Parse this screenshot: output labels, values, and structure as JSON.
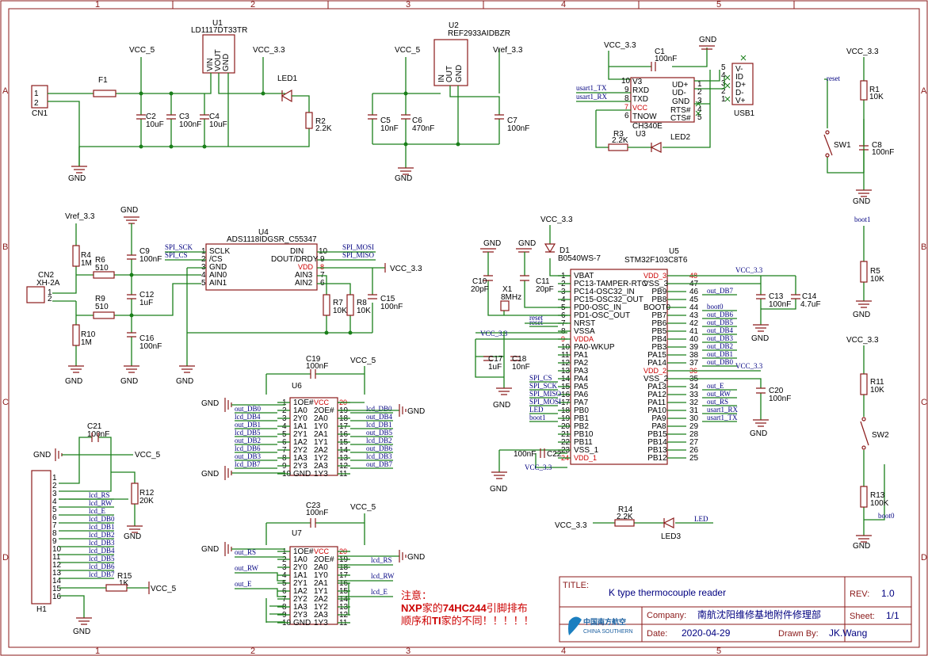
{
  "frame": {
    "cols": [
      "1",
      "2",
      "3",
      "4",
      "5"
    ],
    "rows": [
      "A",
      "B",
      "C",
      "D"
    ]
  },
  "title_block": {
    "title_label": "TITLE:",
    "title_value": "K type thermocouple reader",
    "rev_label": "REV:",
    "rev_value": "1.0",
    "company_label": "Company:",
    "company_value": "南航沈阳维修基地附件修理部",
    "sheet_label": "Sheet:",
    "sheet_value": "1/1",
    "date_label": "Date:",
    "date_value": "2020-04-29",
    "drawn_label": "Drawn By:",
    "drawn_value": "JK.Wang",
    "logo_cn": "中国南方航空",
    "logo_en": "CHINA SOUTHERN"
  },
  "note": {
    "line1": "注意：",
    "line2_a": "NXP",
    "line2_b": "家的",
    "line2_c": "74HC244",
    "line2_d": "引脚排布",
    "line3_a": "顺序和",
    "line3_b": "TI",
    "line3_c": "家的不同！！！！！"
  },
  "power": {
    "vcc5": "VCC_5",
    "vcc33": "VCC_3.3",
    "vref33": "Vref_3.3",
    "vref": "Vref_3.3",
    "gnd": "GND"
  },
  "parts": {
    "u1_ref": "U1",
    "u1_val": "LD1117DT33TR",
    "u1_pins": [
      "VIN",
      "VOUT",
      "GND"
    ],
    "u2_ref": "U2",
    "u2_val": "REF2933AIDBZR",
    "u2_pins": [
      "IN",
      "OUT",
      "GND"
    ],
    "u3_ref": "U3",
    "u3_val": "CH340E",
    "u4_ref": "U4",
    "u4_val": "ADS1118IDGSR_C55347",
    "u5_ref": "U5",
    "u5_val": "STM32F103C8T6",
    "u6_ref": "U6",
    "u7_ref": "U7",
    "cn1": "CN1",
    "cn2": "CN2",
    "cn2_val": "XH-2A",
    "f1": "F1",
    "led1": "LED1",
    "led2": "LED2",
    "led3": "LED3",
    "d1": "D1",
    "d1_val": "B0540WS-7",
    "x1": "X1",
    "x1_val": "8MHz",
    "usb1": "USB1",
    "h1": "H1",
    "sw1": "SW1",
    "sw2": "SW2"
  },
  "passives": {
    "r1": [
      "R1",
      "10K"
    ],
    "r2": [
      "R2",
      "2.2K"
    ],
    "r3": [
      "R3",
      "2.2K"
    ],
    "r4": [
      "R4",
      "1M"
    ],
    "r5": [
      "R5",
      "10K"
    ],
    "r6": [
      "R6",
      "510"
    ],
    "r7": [
      "R7",
      "10K"
    ],
    "r8": [
      "R8",
      "10K"
    ],
    "r9": [
      "R9",
      "510"
    ],
    "r10": [
      "R10",
      "1M"
    ],
    "r11": [
      "R11",
      "10K"
    ],
    "r12": [
      "R12",
      "20K"
    ],
    "r13": [
      "R13",
      "100K"
    ],
    "r14": [
      "R14",
      "2.2K"
    ],
    "r15": [
      "R15",
      "1K"
    ],
    "c1": [
      "C1",
      "100nF"
    ],
    "c2": [
      "C2",
      "10uF"
    ],
    "c3": [
      "C3",
      "100nF"
    ],
    "c4": [
      "C4",
      "10uF"
    ],
    "c5": [
      "C5",
      "10nF"
    ],
    "c6": [
      "C6",
      "470nF"
    ],
    "c7": [
      "C7",
      "100nF"
    ],
    "c8": [
      "C8",
      "100nF"
    ],
    "c9": [
      "C9",
      "100nF"
    ],
    "c10": [
      "C10",
      "20pF"
    ],
    "c11": [
      "C11",
      "20pF"
    ],
    "c12": [
      "C12",
      "1uF"
    ],
    "c13": [
      "C13",
      "100nF"
    ],
    "c14": [
      "C14",
      "4.7uF"
    ],
    "c15": [
      "C15",
      "100nF"
    ],
    "c16": [
      "C16",
      "100nF"
    ],
    "c17": [
      "C17",
      "1uF"
    ],
    "c18": [
      "C18",
      "10nF"
    ],
    "c19": [
      "C19",
      "100nF"
    ],
    "c20": [
      "C20",
      "100nF"
    ],
    "c21": [
      "C21",
      "100nF"
    ],
    "c22": [
      "C22",
      "100nF"
    ],
    "c23": [
      "C23",
      "100nF"
    ]
  },
  "ch340": {
    "left": [
      [
        "10",
        "V3"
      ],
      [
        "9",
        "RXD"
      ],
      [
        "8",
        "TXD"
      ],
      [
        "7",
        "VCC"
      ],
      [
        "6",
        "TNOW"
      ]
    ],
    "right": [
      [
        "UD+",
        "1"
      ],
      [
        "UD-",
        "2"
      ],
      [
        "GND",
        "3"
      ],
      [
        "RTS#",
        "4"
      ],
      [
        "CTS#",
        "5"
      ]
    ],
    "nets": [
      "usart1_TX",
      "usart1_RX"
    ]
  },
  "usb": {
    "pins": [
      [
        "5",
        "V-"
      ],
      [
        "4",
        "ID"
      ],
      [
        "3",
        "D+"
      ],
      [
        "2",
        "D-"
      ],
      [
        "1",
        "V+"
      ]
    ]
  },
  "ads1118": {
    "left": [
      [
        "1",
        "SCLK"
      ],
      [
        "2",
        "/CS"
      ],
      [
        "3",
        "GND"
      ],
      [
        "4",
        "AIN0"
      ],
      [
        "5",
        "AIN1"
      ]
    ],
    "right": [
      [
        "DIN",
        "10"
      ],
      [
        "DOUT/DRDY",
        "9"
      ],
      [
        "VDD",
        "8"
      ],
      [
        "AIN3",
        "7"
      ],
      [
        "AIN2",
        "6"
      ]
    ],
    "nets": [
      "SPI_SCK",
      "SPI_CS",
      "SPI_MOSI",
      "SPI_MISO"
    ]
  },
  "stm32": {
    "left": [
      [
        "1",
        "VBAT"
      ],
      [
        "2",
        "PC13-TAMPER-RTC"
      ],
      [
        "3",
        "PC14-OSC32_IN"
      ],
      [
        "4",
        "PC15-OSC32_OUT"
      ],
      [
        "5",
        "PD0-OSC_IN"
      ],
      [
        "6",
        "PD1-OSC_OUT"
      ],
      [
        "7",
        "NRST"
      ],
      [
        "8",
        "VSSA"
      ],
      [
        "9",
        "VDDA"
      ],
      [
        "10",
        "PA0-WKUP"
      ],
      [
        "11",
        "PA1"
      ],
      [
        "12",
        "PA2"
      ],
      [
        "13",
        "PA3"
      ],
      [
        "14",
        "PA4"
      ],
      [
        "15",
        "PA5"
      ],
      [
        "16",
        "PA6"
      ],
      [
        "17",
        "PA7"
      ],
      [
        "18",
        "PB0"
      ],
      [
        "19",
        "PB1"
      ],
      [
        "20",
        "PB2"
      ],
      [
        "21",
        "PB10"
      ],
      [
        "22",
        "PB11"
      ],
      [
        "23",
        "VSS_1"
      ],
      [
        "24",
        "VDD_1"
      ]
    ],
    "right": [
      [
        "VDD_3",
        "48"
      ],
      [
        "VSS_3",
        "47"
      ],
      [
        "PB9",
        "46"
      ],
      [
        "PB8",
        "45"
      ],
      [
        "BOOT0",
        "44"
      ],
      [
        "PB7",
        "43"
      ],
      [
        "PB6",
        "42"
      ],
      [
        "PB5",
        "41"
      ],
      [
        "PB4",
        "40"
      ],
      [
        "PB3",
        "39"
      ],
      [
        "PA15",
        "38"
      ],
      [
        "PA14",
        "37"
      ],
      [
        "VDD_2",
        "36"
      ],
      [
        "VSS_2",
        "35"
      ],
      [
        "PA13",
        "34"
      ],
      [
        "PA12",
        "33"
      ],
      [
        "PA11",
        "32"
      ],
      [
        "PA10",
        "31"
      ],
      [
        "PA9",
        "30"
      ],
      [
        "PA8",
        "29"
      ],
      [
        "PB15",
        "28"
      ],
      [
        "PB14",
        "27"
      ],
      [
        "PB13",
        "26"
      ],
      [
        "PB12",
        "25"
      ]
    ],
    "left_nets": {
      "7": "reset",
      "15": "SPI_SCK",
      "16": "SPI_MISO",
      "17": "SPI_MOSI",
      "14": "SPI_CS",
      "18": "LED",
      "19": "boot1"
    },
    "right_nets": {
      "46": "out_DB7",
      "44": "boot0",
      "43": "out_DB6",
      "42": "out_DB5",
      "41": "out_DB4",
      "40": "out_DB3",
      "39": "out_DB2",
      "38": "out_DB1",
      "37": "out_DB0",
      "34": "out_E",
      "33": "out_RW",
      "32": "out_RS",
      "31": "usart1_RX",
      "30": "usart1_TX"
    }
  },
  "hc244_u6": {
    "left": [
      [
        "1",
        "1OE#"
      ],
      [
        "2",
        "1A0"
      ],
      [
        "3",
        "2Y0"
      ],
      [
        "4",
        "1A1"
      ],
      [
        "5",
        "2Y1"
      ],
      [
        "6",
        "1A2"
      ],
      [
        "7",
        "2Y2"
      ],
      [
        "8",
        "1A3"
      ],
      [
        "9",
        "2Y3"
      ],
      [
        "10",
        "GND"
      ]
    ],
    "right": [
      [
        "VCC",
        "20"
      ],
      [
        "2OE#",
        "19"
      ],
      [
        "2A0",
        "18"
      ],
      [
        "1Y0",
        "17"
      ],
      [
        "2A1",
        "16"
      ],
      [
        "1Y1",
        "15"
      ],
      [
        "2A2",
        "14"
      ],
      [
        "1Y2",
        "13"
      ],
      [
        "2A3",
        "12"
      ],
      [
        "1Y3",
        "11"
      ]
    ],
    "left_nets": [
      "out_DB0",
      "lcd_DB4",
      "out_DB1",
      "lcd_DB5",
      "out_DB2",
      "lcd_DB6",
      "out_DB3",
      "lcd_DB7"
    ],
    "right_nets": [
      "lcd_DB0",
      "out_DB4",
      "lcd_DB1",
      "out_DB5",
      "lcd_DB2",
      "out_DB6",
      "lcd_DB3",
      "out_DB7"
    ]
  },
  "hc244_u7": {
    "left_nets": [
      "out_RS",
      "out_RW",
      "out_E"
    ],
    "right_nets": [
      "lcd_RS",
      "lcd_RW",
      "lcd_E"
    ]
  },
  "lcd_header": {
    "pins": [
      "1",
      "2",
      "3",
      "4",
      "5",
      "6",
      "7",
      "8",
      "9",
      "10",
      "11",
      "12",
      "13",
      "14",
      "15",
      "16"
    ],
    "nets": [
      "lcd_RS",
      "lcd_RW",
      "lcd_E",
      "lcd_DB0",
      "lcd_DB1",
      "lcd_DB2",
      "lcd_DB3",
      "lcd_DB4",
      "lcd_DB5",
      "lcd_DB6",
      "lcd_DB7"
    ]
  },
  "misc_nets": {
    "reset": "reset",
    "boot0": "boot0",
    "boot1": "boot1",
    "led": "LED"
  },
  "colors": {
    "wire": "#1a7f1a",
    "part": "#8b1a1a",
    "label": "#000080",
    "pin_red": "#cc0000"
  }
}
